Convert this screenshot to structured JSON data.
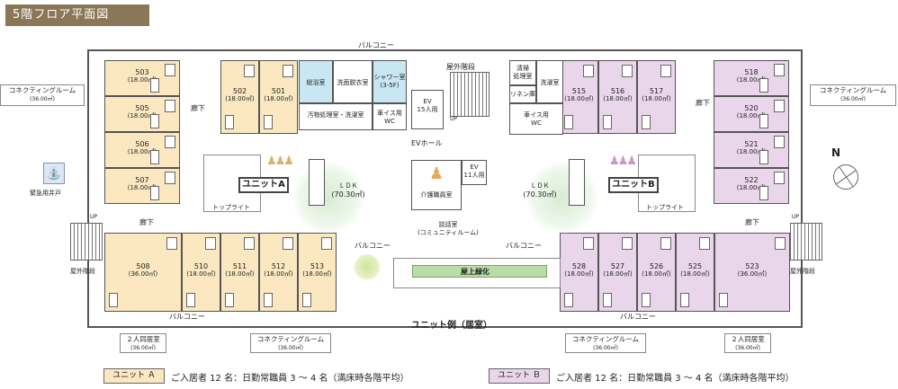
{
  "title": "5階フロア平面図",
  "labels": {
    "balcony_top": "バルコニー",
    "outdoor_stairs_top": "屋外階段",
    "corridor": "廊下",
    "ev_hall": "EVホール",
    "ev15": "EV\n15人用",
    "ev11": "EV\n11人用",
    "up": "UP",
    "ldk": "ＬＤＫ",
    "ldk_area": "(70.30㎡)",
    "toplight": "トップライト",
    "staff_room": "介護職員室",
    "common_room": "談話室\n(コミュニティルーム)",
    "balcony": "バルコニー",
    "roof_green": "屋上緑化",
    "outdoor_stairs": "屋外階段",
    "emergency_well": "緊急用井戸",
    "unit_example": "ユニット例（居室）"
  },
  "service_rooms": {
    "bath": "総浴室",
    "washroom": "洗面脱衣室",
    "shower": "シャワー室\n(3-5F)",
    "laundry": "汚物処理室・洗濯室",
    "wc1": "車イス用\nWC",
    "storage": "清掃\n処理室",
    "linen": "リネン庫",
    "laundry2": "洗濯室",
    "wc2": "車イス用\nWC"
  },
  "connecting_left": {
    "name": "コネクティングルーム",
    "area": "(36.00㎡)"
  },
  "connecting_right": {
    "name": "コネクティングルーム",
    "area": "(36.00㎡)"
  },
  "connecting_bottom_left": {
    "name": "コネクティングルーム",
    "area": "(36.00㎡)"
  },
  "connecting_bottom_right": {
    "name": "コネクティングルーム",
    "area": "(36.00㎡)"
  },
  "double_left": {
    "name": "２人同居室",
    "area": "(36.00㎡)"
  },
  "double_right": {
    "name": "２人同居室",
    "area": "(36.00㎡)"
  },
  "rooms_a_left": [
    {
      "no": "503",
      "area": "(18.00㎡)"
    },
    {
      "no": "505",
      "area": "(18.00㎡)"
    },
    {
      "no": "506",
      "area": "(18.00㎡)"
    },
    {
      "no": "507",
      "area": "(18.00㎡)"
    }
  ],
  "rooms_a_top": [
    {
      "no": "502",
      "area": "(18.00㎡)"
    },
    {
      "no": "501",
      "area": "(18.00㎡)"
    }
  ],
  "rooms_a_bottom": [
    {
      "no": "508",
      "area": "(36.00㎡)"
    },
    {
      "no": "510",
      "area": "(18.00㎡)"
    },
    {
      "no": "511",
      "area": "(18.00㎡)"
    },
    {
      "no": "512",
      "area": "(18.00㎡)"
    },
    {
      "no": "513",
      "area": "(18.00㎡)"
    }
  ],
  "rooms_b_top": [
    {
      "no": "515",
      "area": "(18.00㎡)"
    },
    {
      "no": "516",
      "area": "(18.00㎡)"
    },
    {
      "no": "517",
      "area": "(18.00㎡)"
    }
  ],
  "rooms_b_right": [
    {
      "no": "518",
      "area": "(18.00㎡)"
    },
    {
      "no": "520",
      "area": "(18.00㎡)"
    },
    {
      "no": "521",
      "area": "(18.00㎡)"
    },
    {
      "no": "522",
      "area": "(18.00㎡)"
    }
  ],
  "rooms_b_bottom": [
    {
      "no": "528",
      "area": "(18.00㎡)"
    },
    {
      "no": "527",
      "area": "(18.00㎡)"
    },
    {
      "no": "526",
      "area": "(18.00㎡)"
    },
    {
      "no": "525",
      "area": "(18.00㎡)"
    },
    {
      "no": "523",
      "area": "(36.00㎡)"
    }
  ],
  "unit_a_badge": "ユニットA",
  "unit_b_badge": "ユニットB",
  "legend": {
    "a_label": "ユニット Ａ",
    "a_text": "ご入居者 12 名：日勤常職員 3 ～ 4 名（満床時各階平均）",
    "b_label": "ユニット Ｂ",
    "b_text": "ご入居者 12 名：日勤常職員 3 ～ 4 名（満床時各階平均）"
  },
  "compass": "N",
  "colors": {
    "unit_a": "#fbe8c1",
    "unit_b": "#ead6ea",
    "title_bg": "#8b7757",
    "green": "#d7ecd2"
  }
}
